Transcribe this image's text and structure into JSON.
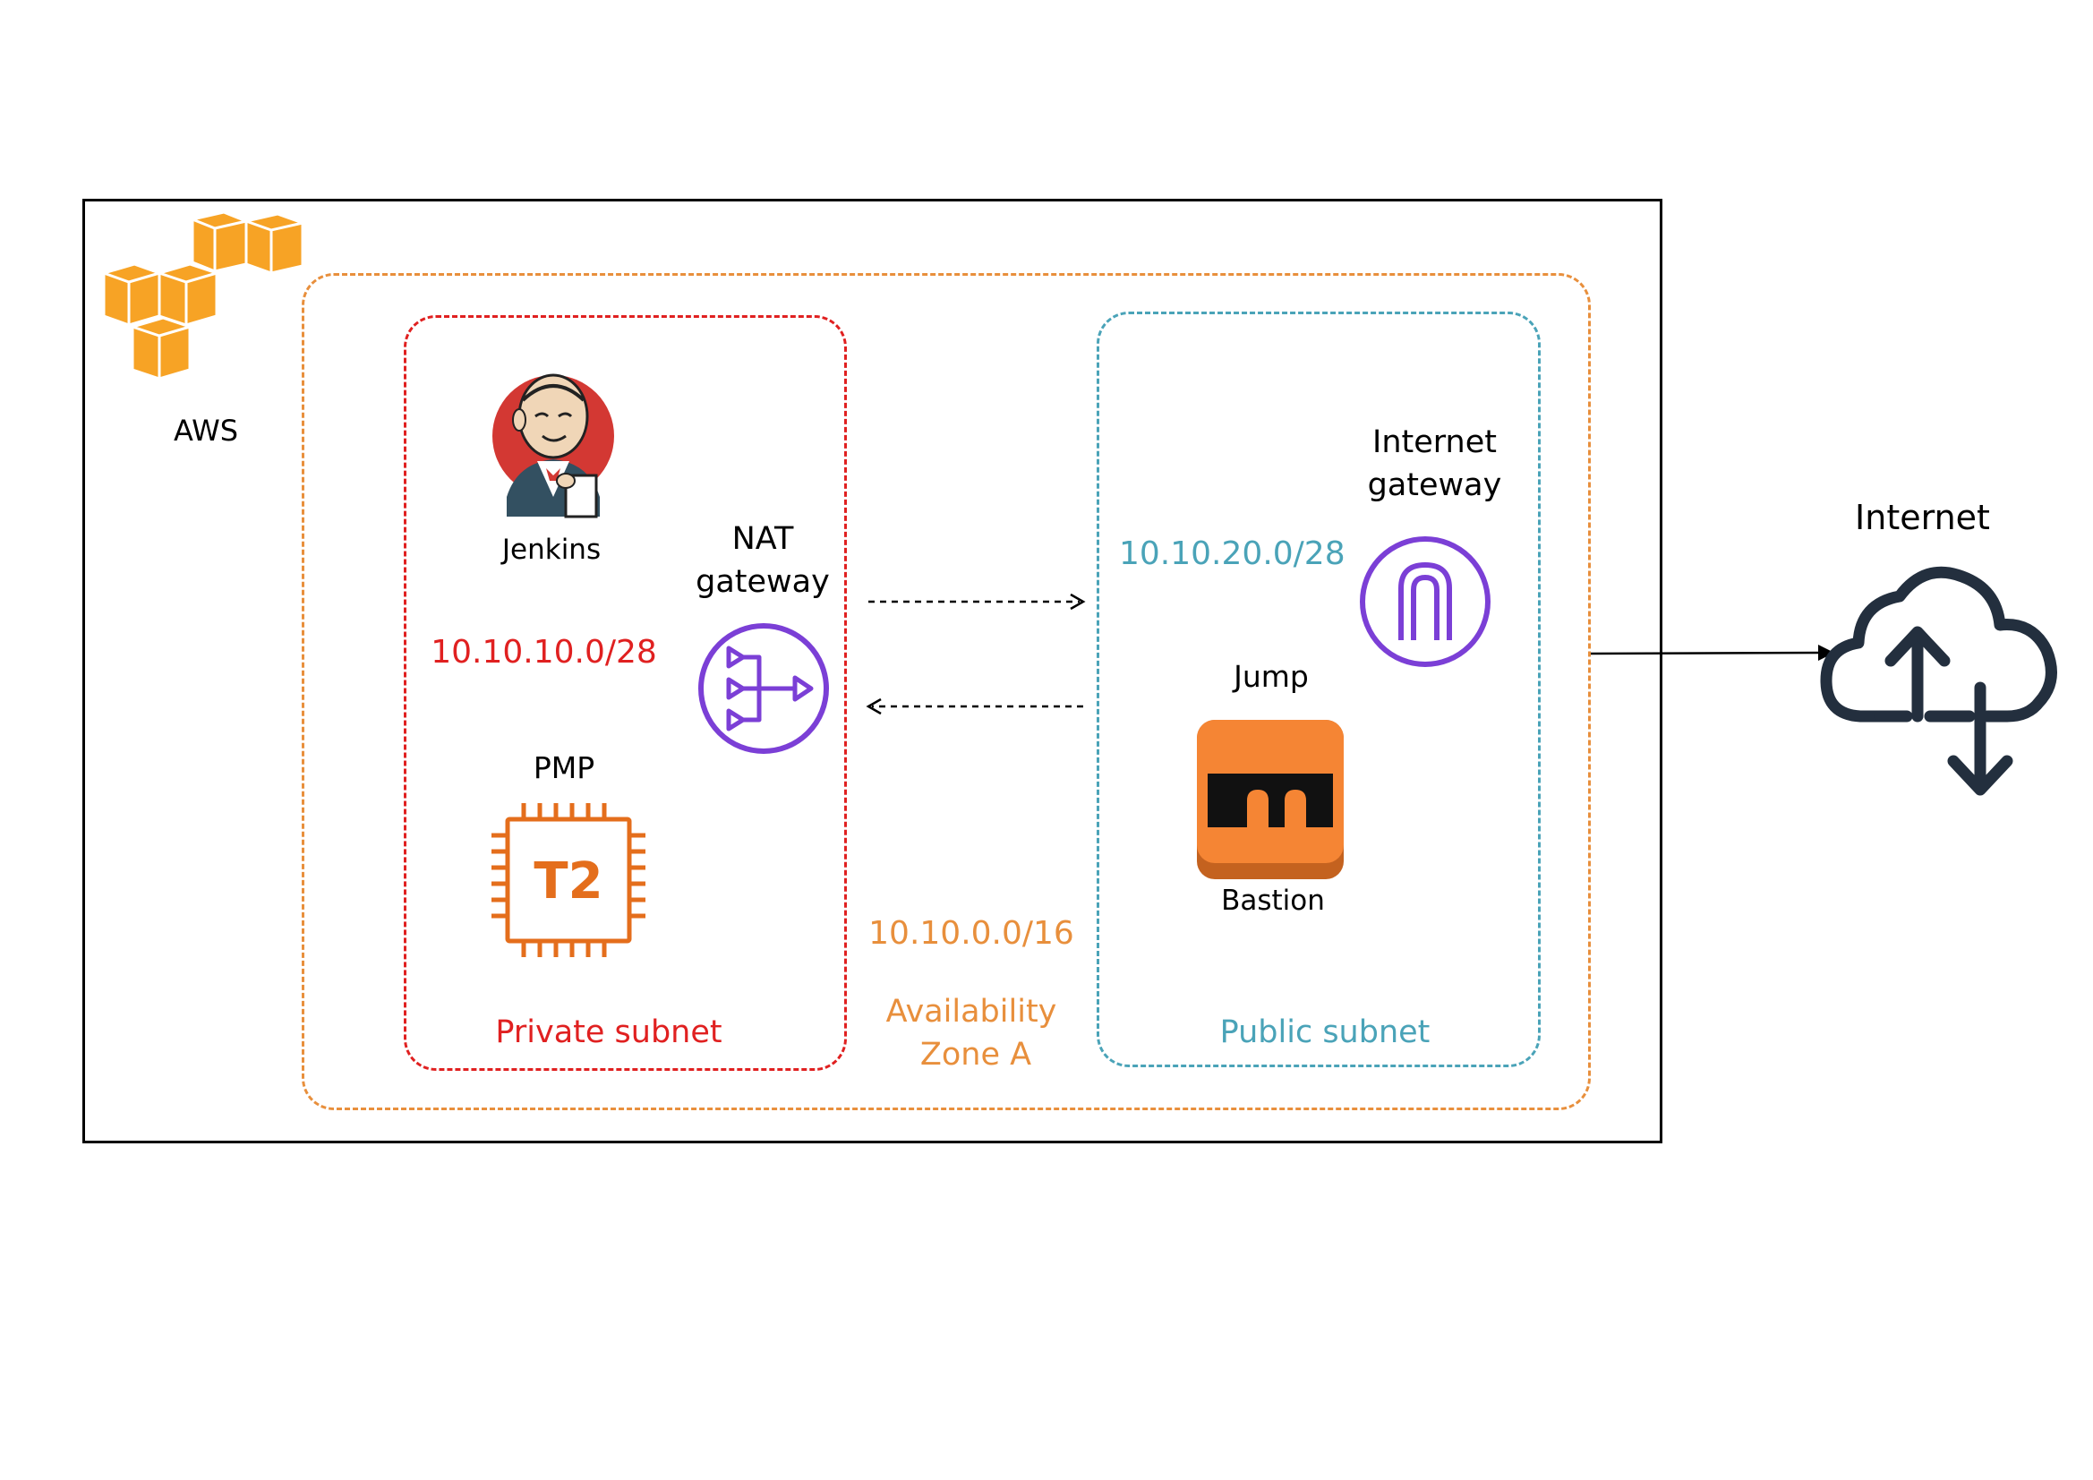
{
  "aws": {
    "label": "AWS"
  },
  "availability_zone": {
    "cidr": "10.10.0.0/16",
    "label_line1": "Availability",
    "label_line2": "Zone A"
  },
  "private_subnet": {
    "label": "Private subnet",
    "cidr": "10.10.10.0/28",
    "jenkins_label": "Jenkins",
    "pmp_label": "PMP",
    "pmp_chip_text": "T2",
    "nat_label_line1": "NAT",
    "nat_label_line2": "gateway"
  },
  "public_subnet": {
    "label": "Public subnet",
    "cidr": "10.10.20.0/28",
    "igw_label_line1": "Internet",
    "igw_label_line2": "gateway",
    "jump_label": "Jump",
    "bastion_label": "Bastion"
  },
  "internet": {
    "label": "Internet"
  },
  "colors": {
    "private": "#e02020",
    "public": "#4aa3b8",
    "az": "#e88f3c",
    "aws_orange": "#f7a325",
    "nat_purple": "#7b3fd6",
    "ec2_orange": "#e46e1c",
    "bastion_orange": "#f58534",
    "cloud": "#232f3e"
  }
}
